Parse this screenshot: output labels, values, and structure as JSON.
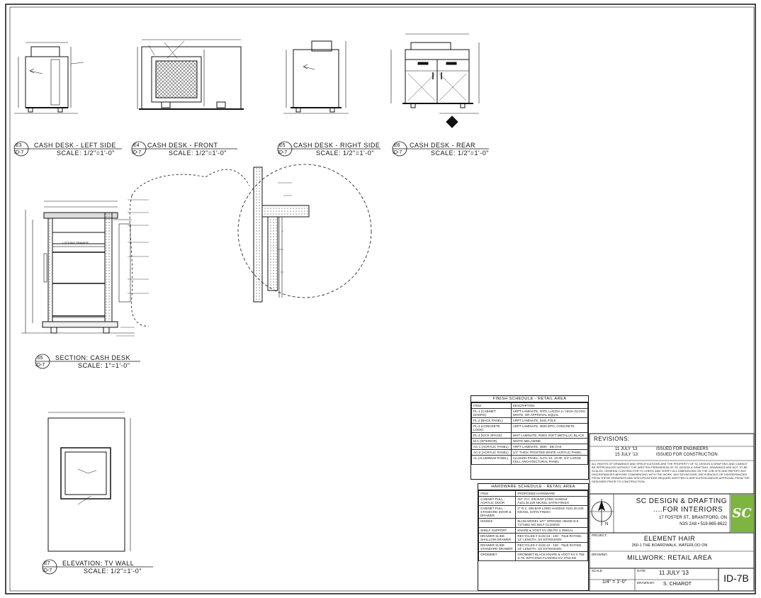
{
  "drawings": {
    "e3": {
      "number": "E3",
      "sheet": "ID-7",
      "title": "CASH DESK - LEFT SIDE",
      "scale": "SCALE: 1/2\"=1'-0\""
    },
    "e4": {
      "number": "E4",
      "sheet": "ID-7",
      "title": "CASH DESK - FRONT",
      "scale": "SCALE: 1/2\"=1'-0\""
    },
    "e5": {
      "number": "E5",
      "sheet": "ID-7",
      "title": "CASH DESK - RIGHT SIDE",
      "scale": "SCALE: 1/2\"=1'-0\""
    },
    "e6": {
      "number": "E6",
      "sheet": "ID-7",
      "title": "CASH DESK - REAR",
      "scale": "SCALE: 1/2\"=1'-0\""
    },
    "s5": {
      "number": "S5",
      "sheet": "ID-7",
      "title": "SECTION: CASH DESK",
      "scale": "SCALE: 1\"=1'-0\""
    },
    "e7": {
      "number": "E7",
      "sheet": "ID-7",
      "title": "ELEVATION: TV WALL",
      "scale": "SCALE: 1/2\"=1'-0\""
    }
  },
  "annotations": {
    "locking_drawer": "LOCKING DRAWER"
  },
  "finish_schedule": {
    "title": "FINISH SCHEDULE - RETAIL AREA",
    "headers": [
      "ITEM",
      "DESCRIPTION"
    ],
    "rows": [
      [
        "PL-1 (CABINET DOORS)",
        "ARPT LAMINATE, #070, LUCIDA 2 / HIGH GLOSS WHITE, OR APPROVAL EQUAL"
      ],
      [
        "PL-2 (BACK PANEL)",
        "ARPT LAMINATE, 0341 FOLE"
      ],
      [
        "PL-3 (CONCRETE LOOK)",
        "ARPT LAMINATE, 3600 MTO, CONCRETE"
      ],
      [
        "PL-4 (KICK SPACE)",
        "WHT LAMINATE, #0001 SOFT METALLIC BLACK"
      ],
      [
        "M-1 (INTERIOR)",
        "WHITE MELAMINE"
      ],
      [
        "AC-1 (ACRYLIC PANEL)",
        "ARPT LAMINATE, 3600 - DB OAK"
      ],
      [
        "AC-2 (ACRYLIC PANEL)",
        "1/4\" THICK FROSTED WHITE ACRYLIC PANEL"
      ],
      [
        "AL (ALUMINUM PANEL)",
        "ALUSION PANEL, ALFC-10, 10-0F, 3/4\" LARGE CELL ARCHITECTURAL PANEL"
      ]
    ]
  },
  "hardware_schedule": {
    "title": "HARDWARE SCHEDULE - RETAIL AREA",
    "headers": [
      "ITEM",
      "PROPOSED HARDWARE"
    ],
    "rows": [
      [
        "CABINET PULL - ACRYLIC DOOR",
        "3/4\" O.C. 6IN BAR LONG HANDLE #101.20.229 NICKEL SATIN FINISH"
      ],
      [
        "CABINET PULL - STANDARD DOOR & DRAWER",
        "3\" O.C. 6IN BAR LONG HANDLE #101.20.229 NICKEL SATIN FINISH"
      ],
      [
        "HINGES",
        "BLUM MODEL 107° OPENING HINGE B-8 71T1581 NO SELF CLOSING"
      ],
      [
        "SHELF SUPPORT",
        "KNAPE & VOGT KV 255 PG 4 255GAL"
      ],
      [
        "DRAWER SLIDE SHALLOW DRAWER",
        "RECYCLED # 2132-24 - 100 - 75LB RATING, 12\" LENGTH, 3/4 EXTENSION"
      ],
      [
        "DRAWER SLIDE STANDARD DRAWER",
        "RECYCLED # 2132-24 - 100 - 75LB RATING, 24\" LENGTH, 3/4 EXTENSION"
      ],
      [
        "GROMMET",
        "GROMMET BLACK KNAPE & VOGT KV # 750-S-78, WITH END FLANGES KV 3754-KB"
      ]
    ]
  },
  "title_block": {
    "revisions_label": "REVISIONS:",
    "revisions": [
      {
        "date": "11 JULY '13",
        "desc": "ISSUED FOR ENGINEERS"
      },
      {
        "date": "15 JULY '13",
        "desc": "ISSUED FOR CONSTRUCTION"
      }
    ],
    "notes": "ALL RIGHTS OF DRAWINGS AND SPECIFICATIONS ARE THE PROPERTY OF SC DESIGN & DRAFTING AND CANNOT BE REPRODUCED WITHOUT THE WRITTEN PERMISSION OF SC DESIGN & DRAFTING. DRAWINGS ARE NOT TO BE SCALED. GENERAL CONTRACTOR TO CHECK AND VERIFY ALL DIMENSIONS ON THE JOB SITE AND REPORT ANY DISCREPANCIES BEFORE COMMENCING WITH THE WORK. ANY DEVIATIONS, DEFICIENCIES OR DISCREPANCIES FROM THESE DRAWINGS AND SPECIFICATIONS REQUIRE WRITTEN CLARIFICATION AND/OR APPROVAL FROM THE DESIGNER PRIOR TO CONSTRUCTION.",
    "company": "SC DESIGN & DRAFTING",
    "company2": "....FOR INTERIORS",
    "address": "17 FOSTER ST., BRANTFORD, ON",
    "postal": "N3S 2A8 • 519-865-8622",
    "logo": "SC",
    "north": "N",
    "project_label": "PROJECT:",
    "project": "ELEMENT HAIR",
    "project_addr": "350-1 THE BOARDWALK, WATERLOO ON",
    "drawing_label": "DRAWING:",
    "drawing": "MILLWORK: RETAIL AREA",
    "scale_label": "SCALE:",
    "scale": "1/4\" = 1'-0\"",
    "date_label": "DATE:",
    "date": "11 JULY '13",
    "drawn_label": "DRAWN BY:",
    "drawn": "S. CHIAROT",
    "sheet": "ID-7B"
  },
  "colors": {
    "logo_green": "#7db540",
    "line": "#111111",
    "hatch": "#666666"
  }
}
